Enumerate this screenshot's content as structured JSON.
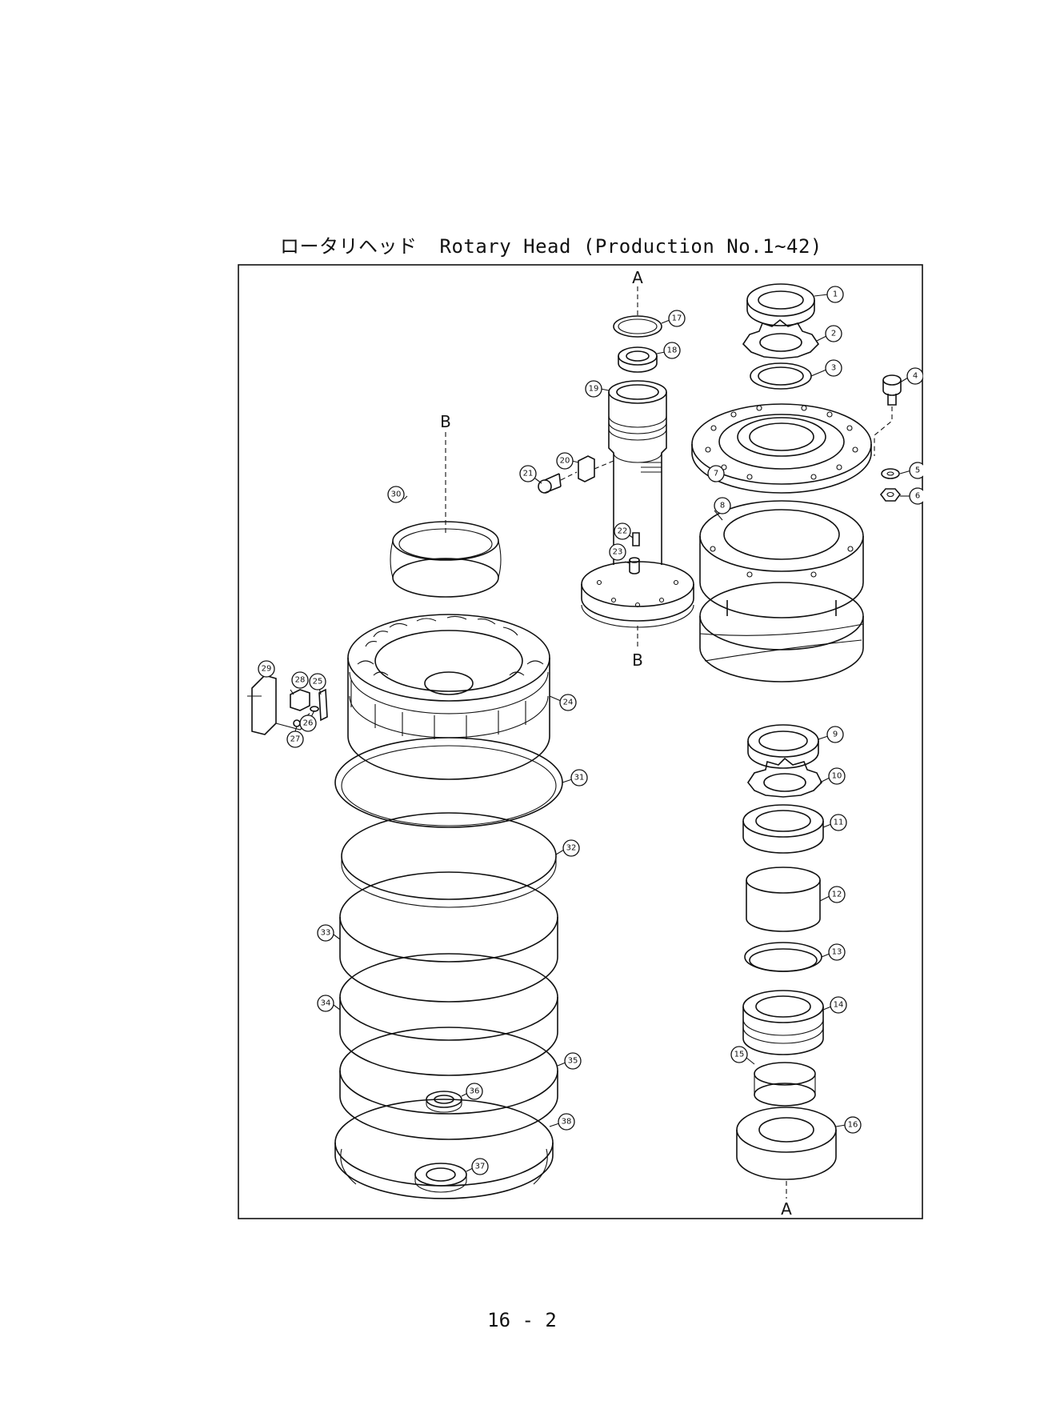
{
  "header": {
    "title_ja": "ロータリヘッド",
    "title_en": "Rotary Head (Production No.1~42)"
  },
  "view_refs": [
    "A",
    "B",
    "B",
    "A"
  ],
  "callouts": [
    "1",
    "2",
    "3",
    "4",
    "5",
    "6",
    "7",
    "8",
    "9",
    "10",
    "11",
    "12",
    "13",
    "14",
    "15",
    "16",
    "17",
    "18",
    "19",
    "20",
    "21",
    "22",
    "23",
    "24",
    "25",
    "26",
    "27",
    "28",
    "29",
    "30",
    "31",
    "32",
    "33",
    "34",
    "35",
    "36",
    "37",
    "38"
  ],
  "footer": {
    "page_number": "16 - 2"
  }
}
